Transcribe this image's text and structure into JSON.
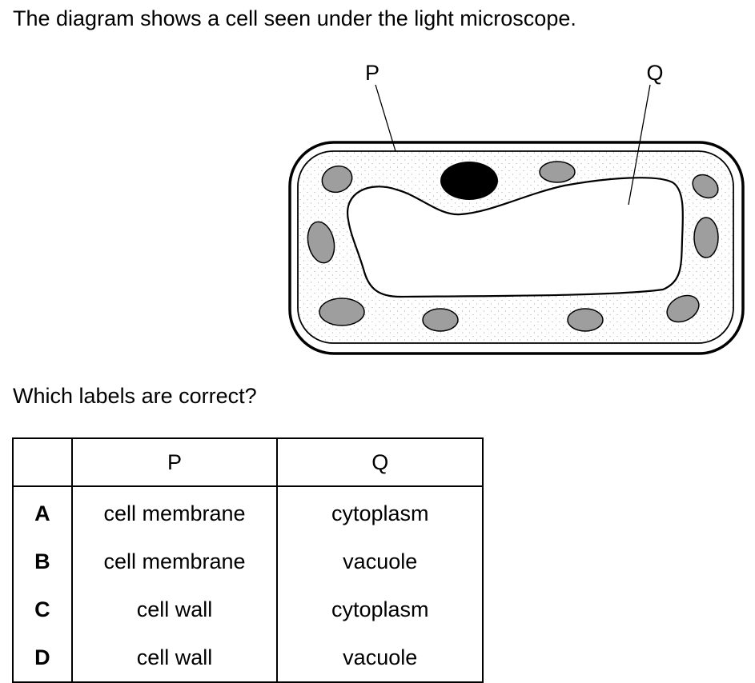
{
  "question": {
    "text": "The diagram shows a cell seen under the light microscope."
  },
  "diagram": {
    "labels": {
      "p": "P",
      "q": "Q"
    },
    "colors": {
      "outline": "#000000",
      "chloroplast_fill": "#9e9e9e",
      "nucleus_fill": "#000000",
      "cytoplasm_stipple": "#8a8a8a"
    }
  },
  "prompt": {
    "text": "Which labels are correct?"
  },
  "table": {
    "headers": [
      "",
      "P",
      "Q"
    ],
    "rows": [
      {
        "key": "A",
        "p": "cell membrane",
        "q": "cytoplasm"
      },
      {
        "key": "B",
        "p": "cell membrane",
        "q": "vacuole"
      },
      {
        "key": "C",
        "p": "cell wall",
        "q": "cytoplasm"
      },
      {
        "key": "D",
        "p": "cell wall",
        "q": "vacuole"
      }
    ]
  }
}
